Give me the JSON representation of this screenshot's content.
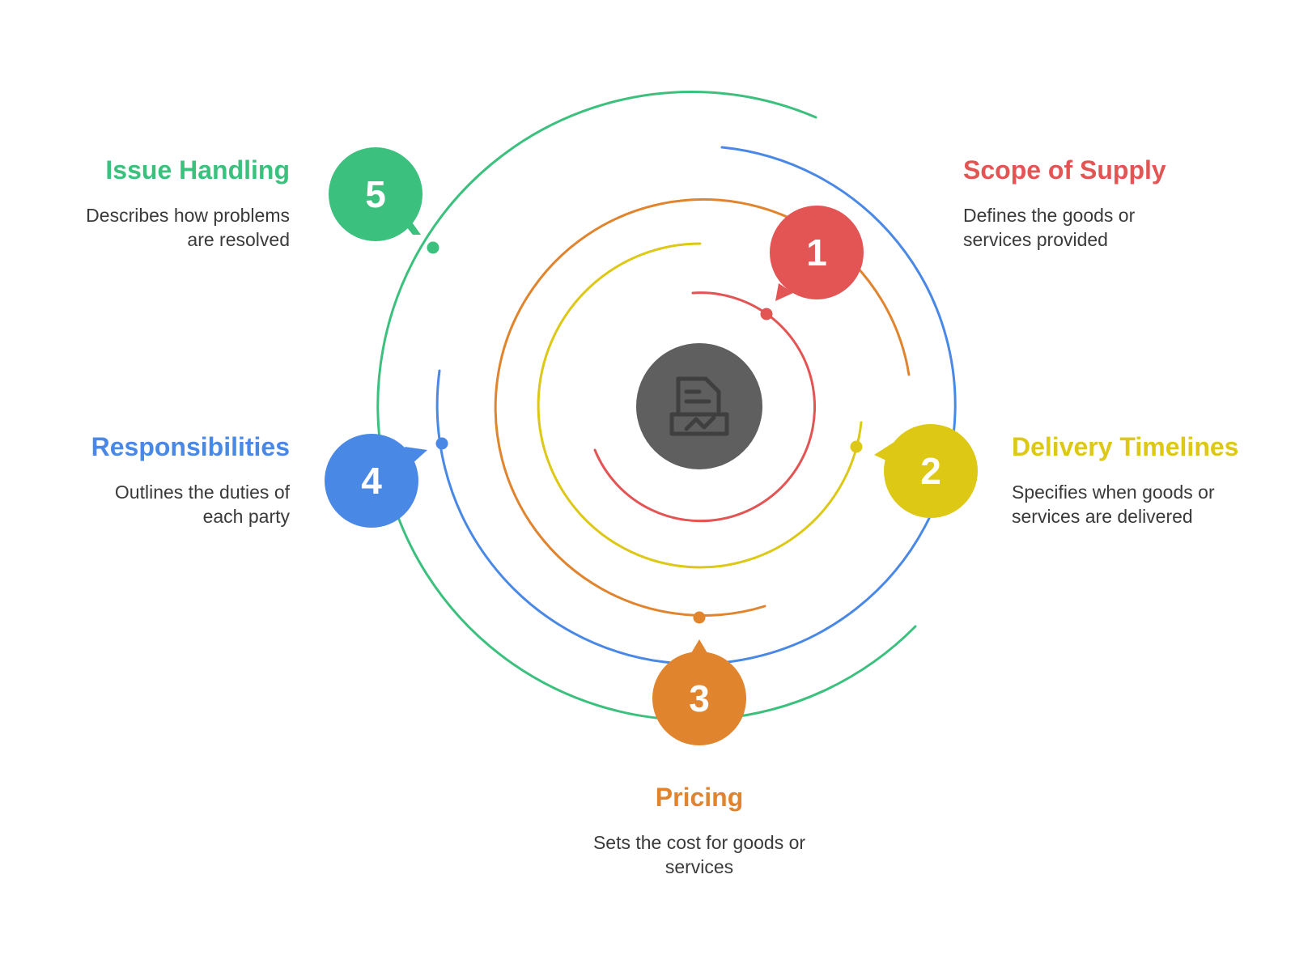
{
  "colors": {
    "red": "#e35454",
    "yellow": "#dcc815",
    "orange": "#e0842e",
    "blue": "#4a88e6",
    "green": "#3cc07e",
    "center": "#5f5f5f",
    "center_icon": "#3f3f3f",
    "text": "#3a3a3a"
  },
  "center_icon": "contract-handshake-icon",
  "steps": [
    {
      "number": "1",
      "title": "Scope of Supply",
      "description": "Defines the goods or services provided",
      "color": "#e35454"
    },
    {
      "number": "2",
      "title": "Delivery Timelines",
      "description": "Specifies when goods or services are delivered",
      "color": "#dcc815"
    },
    {
      "number": "3",
      "title": "Pricing",
      "description": "Sets the cost for goods or services",
      "color": "#e0842e"
    },
    {
      "number": "4",
      "title": "Responsibilities",
      "description": "Outlines the duties of each party",
      "color": "#4a88e6"
    },
    {
      "number": "5",
      "title": "Issue Handling",
      "description": "Describes how problems are resolved",
      "color": "#3cc07e"
    }
  ]
}
